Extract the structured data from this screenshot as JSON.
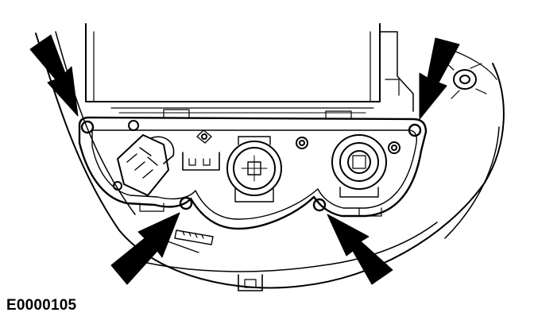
{
  "figure": {
    "reference_code": "E0000105",
    "line_color": "#000000",
    "background_color": "#ffffff",
    "callouts": [
      {
        "target": "upper-left-screw",
        "icon": "arrow-icon"
      },
      {
        "target": "upper-right-screw",
        "icon": "arrow-icon"
      },
      {
        "target": "lower-left-screw",
        "icon": "arrow-icon"
      },
      {
        "target": "lower-right-screw",
        "icon": "arrow-icon"
      }
    ]
  }
}
